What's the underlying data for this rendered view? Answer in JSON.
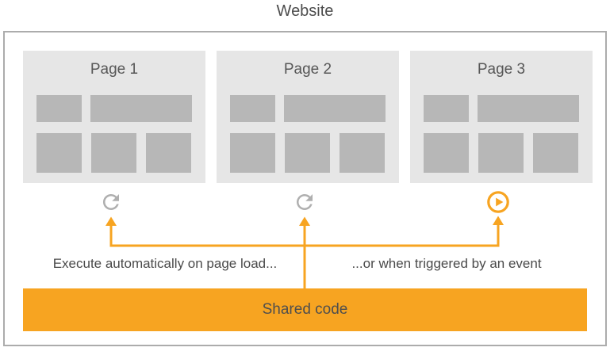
{
  "title": "Website",
  "pages": [
    {
      "label": "Page 1",
      "icon": "refresh-icon"
    },
    {
      "label": "Page 2",
      "icon": "refresh-icon"
    },
    {
      "label": "Page 3",
      "icon": "play-icon"
    }
  ],
  "captions": {
    "left": "Execute automatically on page load...",
    "right": "...or when triggered by an event"
  },
  "shared_code_label": "Shared code",
  "colors": {
    "accent_orange": "#F7A421",
    "container_border": "#ACACAC",
    "card_background": "#E6E6E6",
    "block_gray": "#B7B7B7",
    "refresh_icon_gray": "#AFAFAF",
    "text_dark": "#4A4A4A"
  }
}
